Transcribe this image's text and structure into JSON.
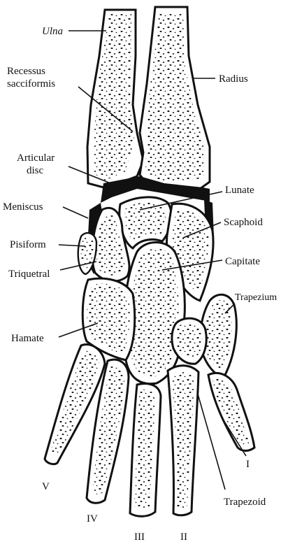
{
  "labels": {
    "ulna": "Ulna",
    "radius": "Radius",
    "recessus": "Recessus",
    "sacciformis": "sacciformis",
    "articular": "Articular",
    "disc": "disc",
    "meniscus": "Meniscus",
    "pisiform": "Pisiform",
    "triquetral": "Triquetral",
    "hamate": "Hamate",
    "lunate": "Lunate",
    "scaphoid": "Scaphoid",
    "capitate": "Capitate",
    "trapezium": "Trapezium",
    "trapezoid": "Trapezoid",
    "metacarpal_1": "I",
    "metacarpal_2": "II",
    "metacarpal_3": "III",
    "metacarpal_4": "IV",
    "metacarpal_5": "V"
  }
}
